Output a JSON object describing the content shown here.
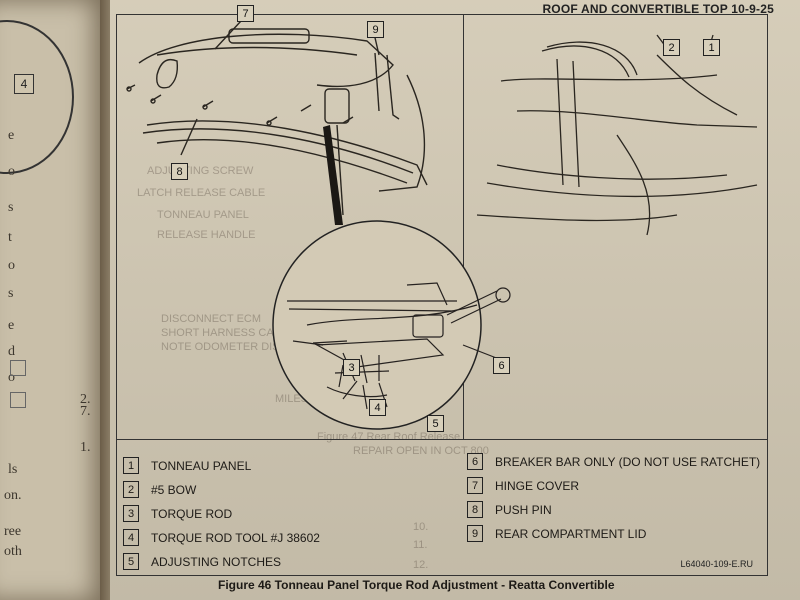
{
  "header": {
    "title": "ROOF AND CONVERTIBLE TOP  10-9-25"
  },
  "left_page": {
    "callout": "4",
    "fragments": [
      "e",
      "o",
      "s",
      "t",
      "o",
      "s",
      "e",
      "d",
      "o",
      "ls",
      "on.",
      "ree",
      "oth",
      "7.",
      "1.",
      "2."
    ]
  },
  "callouts": [
    "7",
    "9",
    "8",
    "2",
    "1",
    "3",
    "6",
    "4",
    "5"
  ],
  "legend": [
    {
      "num": "1",
      "label": "TONNEAU PANEL"
    },
    {
      "num": "2",
      "label": "#5 BOW"
    },
    {
      "num": "3",
      "label": "TORQUE ROD"
    },
    {
      "num": "4",
      "label": "TORQUE ROD TOOL #J 38602"
    },
    {
      "num": "5",
      "label": "ADJUSTING NOTCHES"
    },
    {
      "num": "6",
      "label": "BREAKER BAR ONLY (DO NOT USE RATCHET)"
    },
    {
      "num": "7",
      "label": "HINGE COVER"
    },
    {
      "num": "8",
      "label": "PUSH PIN"
    },
    {
      "num": "9",
      "label": "REAR COMPARTMENT LID"
    }
  ],
  "code": "L64040-109-E.RU",
  "caption": "Figure 46 Tonneau Panel Torque Rod Adjustment - Reatta Convertible",
  "show_through": [
    "ADJUSTING SCREW",
    "LATCH RELEASE CABLE",
    "TONNEAU PANEL",
    "RELEASE HANDLE",
    "DISCONNECT ECM",
    "SHORT HARNESS CAVITY",
    "NOTE ODOMETER DISPLAY",
    "MILES",
    "REPAIR OPEN IN OCT 800",
    "10.",
    "11.",
    "12.",
    "Figure 47 Rear Roof Release"
  ]
}
